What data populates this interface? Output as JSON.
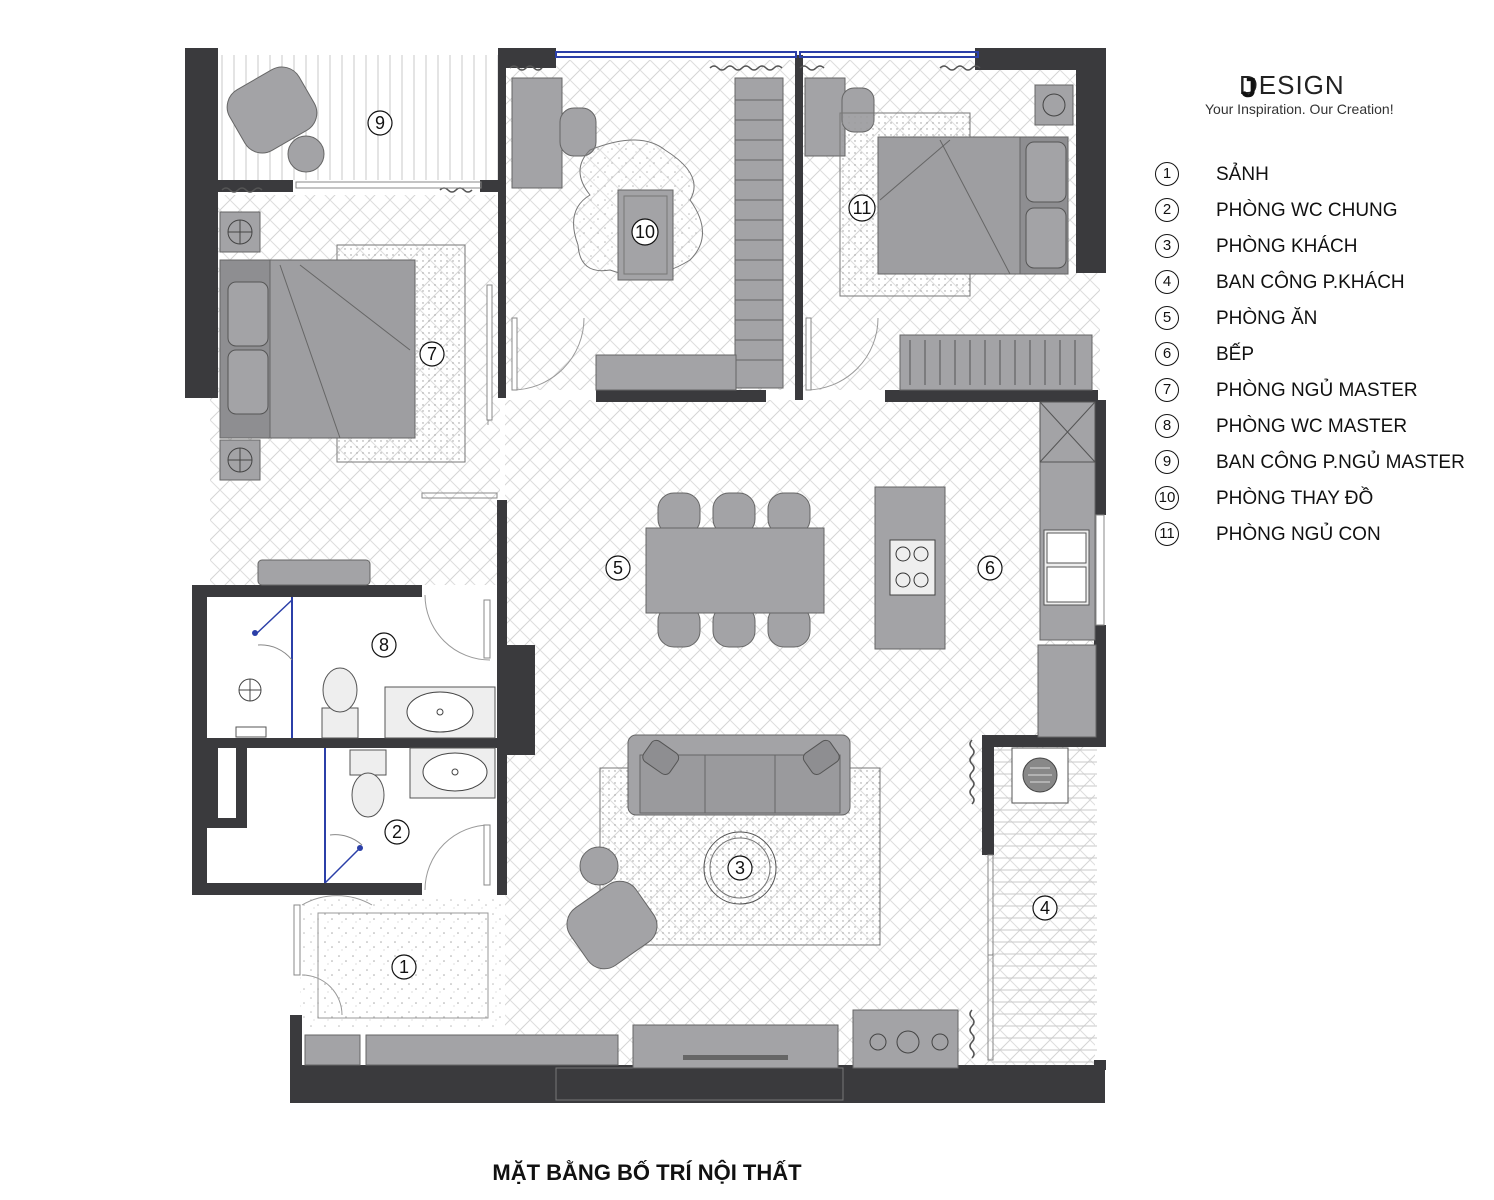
{
  "logo": {
    "mark": "J",
    "name": "DESIGN",
    "tagline": "Your Inspiration. Our Creation!"
  },
  "legend": [
    {
      "num": "1",
      "label": "SẢNH"
    },
    {
      "num": "2",
      "label": "PHÒNG WC CHUNG"
    },
    {
      "num": "3",
      "label": "PHÒNG KHÁCH"
    },
    {
      "num": "4",
      "label": "BAN CÔNG P.KHÁCH"
    },
    {
      "num": "5",
      "label": "PHÒNG ĂN"
    },
    {
      "num": "6",
      "label": "BẾP"
    },
    {
      "num": "7",
      "label": "PHÒNG NGỦ MASTER"
    },
    {
      "num": "8",
      "label": "PHÒNG WC MASTER"
    },
    {
      "num": "9",
      "label": "BAN CÔNG P.NGỦ MASTER"
    },
    {
      "num": "10",
      "label": "PHÒNG THAY ĐỒ"
    },
    {
      "num": "11",
      "label": "PHÒNG NGỦ CON"
    }
  ],
  "plan_labels": {
    "r1": "1",
    "r2": "2",
    "r3": "3",
    "r4": "4",
    "r5": "5",
    "r6": "6",
    "r7": "7",
    "r8": "8",
    "r9": "9",
    "r10": "10",
    "r11": "11"
  },
  "title": "MẶT BẰNG BỐ TRÍ NỘI THẤT",
  "colors": {
    "wall": "#3a3a3d",
    "furniture": "#a3a3a6",
    "furniture_dark": "#8e8e91",
    "line": "#6a6a6a",
    "floor_pattern": "#d0d0d0",
    "window": "#2b3fa8",
    "background": "#ffffff"
  }
}
